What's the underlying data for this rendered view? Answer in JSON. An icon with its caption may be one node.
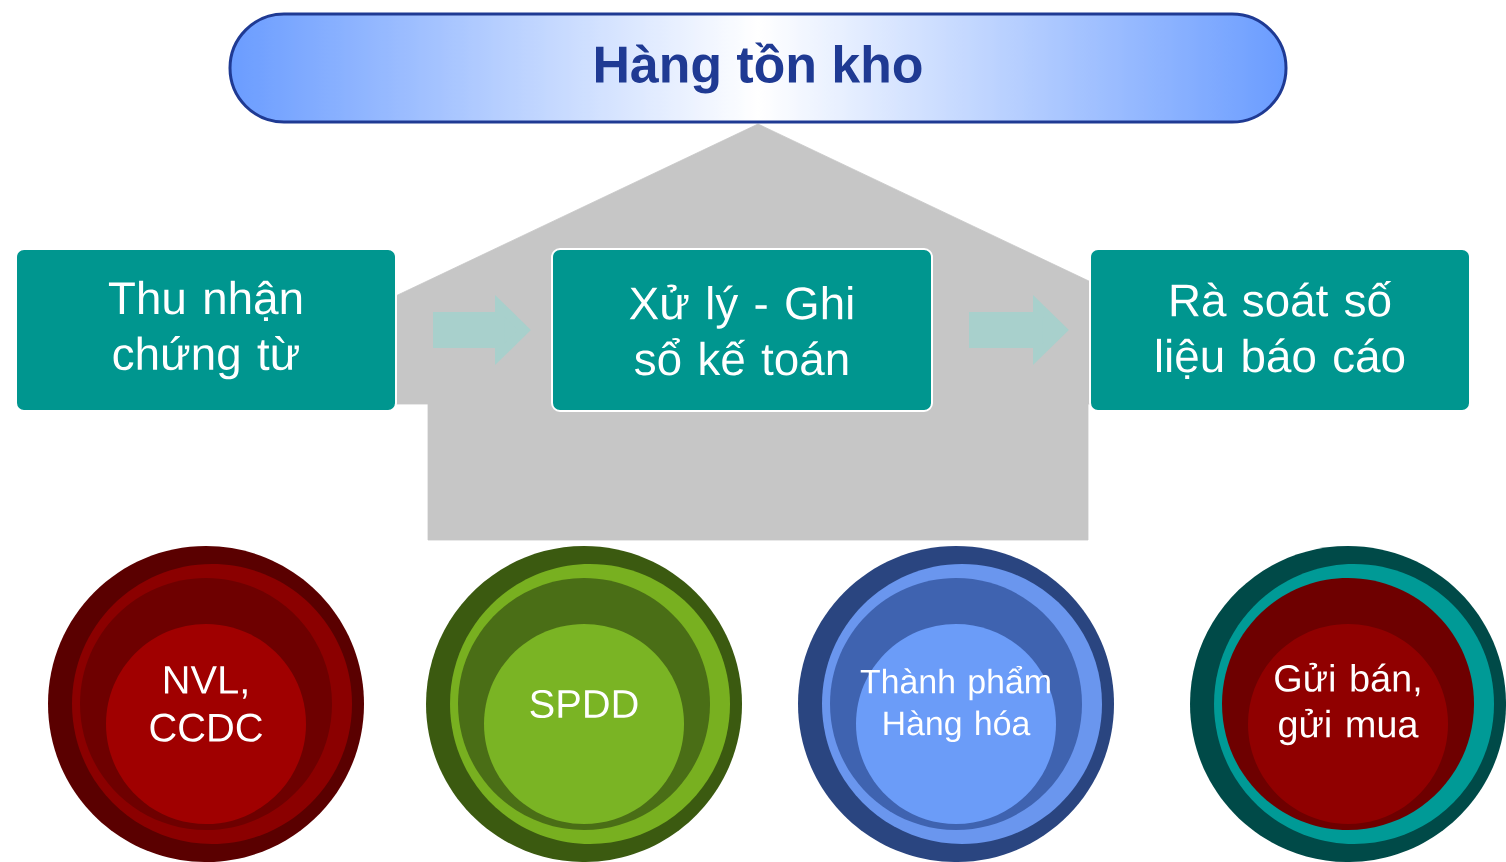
{
  "diagram": {
    "nodes": [
      {
        "text": [
          "Hàng tồn kho"
        ]
      },
      {
        "text": [
          "Thu nhận chứng từ"
        ]
      },
      {
        "text": [
          "Xử lý - Ghi sổ kế toán"
        ]
      },
      {
        "text": [
          "Rà soát số liệu báo cáo"
        ]
      },
      {
        "text": [
          "NVL, CCDC"
        ]
      },
      {
        "text": [
          "SPDD"
        ]
      },
      {
        "text": [
          "Thành phẩm Hàng hóa"
        ]
      },
      {
        "text": [
          "Gửi bán, gửi mua"
        ]
      }
    ],
    "edges": [
      {
        "from": 1,
        "to": 2,
        "arrow": "to"
      },
      {
        "from": 2,
        "to": 3,
        "arrow": "to"
      },
      {
        "from": null,
        "to": 0,
        "arrow": "to",
        "style": "thick",
        "color": "#c6c6c6"
      }
    ]
  }
}
